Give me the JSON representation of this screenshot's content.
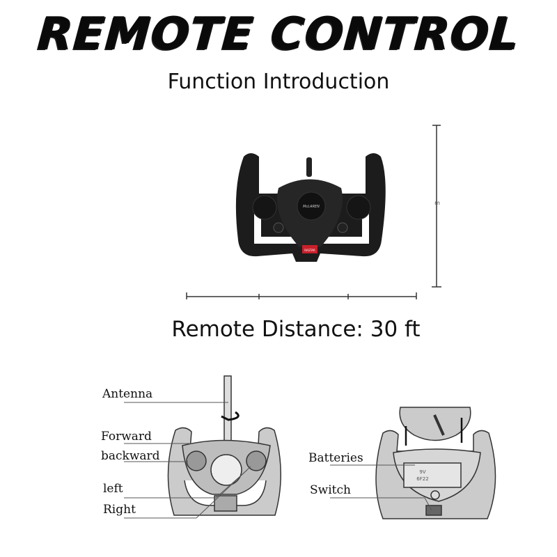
{
  "header": {
    "title": "REMOTE CONTROL",
    "subtitle": "Function Introduction"
  },
  "product": {
    "brand_logo": "McLAREN",
    "maker_logo": "RASTAR",
    "height_marker": "m"
  },
  "range": {
    "text": "Remote Distance: 30 ft"
  },
  "diagram_front": {
    "labels": {
      "antenna": "Antenna",
      "forward": "Forward",
      "backward": "backward",
      "left": "left",
      "right": "Right"
    }
  },
  "diagram_back": {
    "labels": {
      "batteries": "Batteries",
      "switch": "Switch"
    },
    "battery_text": [
      "9V",
      "6F22"
    ]
  },
  "colors": {
    "remote_body": "#1c1c1c",
    "maker_badge": "#c8202a",
    "diagram_fill": "#c9c9c9"
  }
}
